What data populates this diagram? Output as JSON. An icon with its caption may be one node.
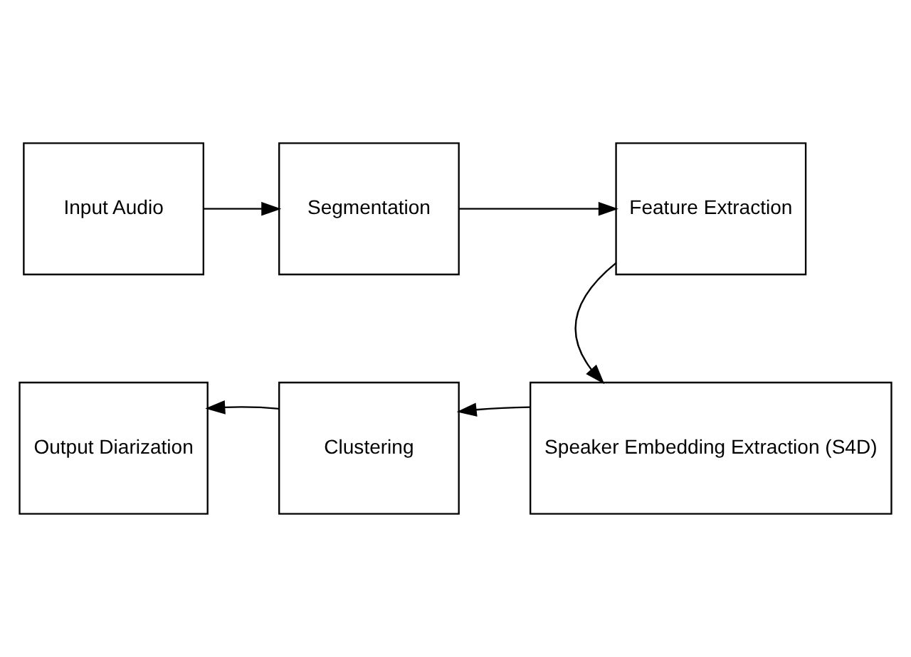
{
  "diagram": {
    "nodes": [
      {
        "text": [
          "Input Audio"
        ]
      },
      {
        "text": [
          "Segmentation"
        ]
      },
      {
        "text": [
          "Feature Extraction"
        ]
      },
      {
        "text": [
          "Speaker Embedding Extraction (S4D)"
        ]
      },
      {
        "text": [
          "Clustering"
        ]
      },
      {
        "text": [
          "Output Diarization"
        ]
      }
    ],
    "edges": [
      {
        "from": 0,
        "to": 1,
        "arrow": "to"
      },
      {
        "from": 1,
        "to": 2,
        "arrow": "to"
      },
      {
        "from": 2,
        "to": 3,
        "arrow": "to"
      },
      {
        "from": 3,
        "to": 4,
        "arrow": "to"
      },
      {
        "from": 4,
        "to": 5,
        "arrow": "to"
      }
    ]
  }
}
